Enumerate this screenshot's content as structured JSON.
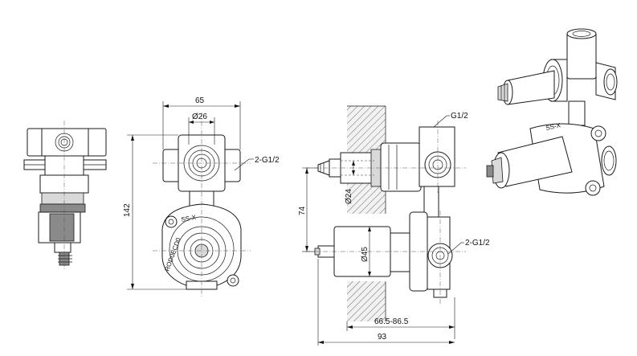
{
  "dimensions": {
    "width_top": "65",
    "dia_inlet": "Ø26",
    "height_total": "142",
    "thread_front": "2-G1/2",
    "thread_top": "G1/2",
    "thread_side": "2-G1/2",
    "depth_74": "74",
    "dia_stem": "Ø24",
    "dia_body": "Ø45",
    "wall_range": "66.5-86.5",
    "depth_total": "93"
  },
  "markings": {
    "body_text": "SS-X",
    "ring_text": "ROD0ECD0"
  }
}
